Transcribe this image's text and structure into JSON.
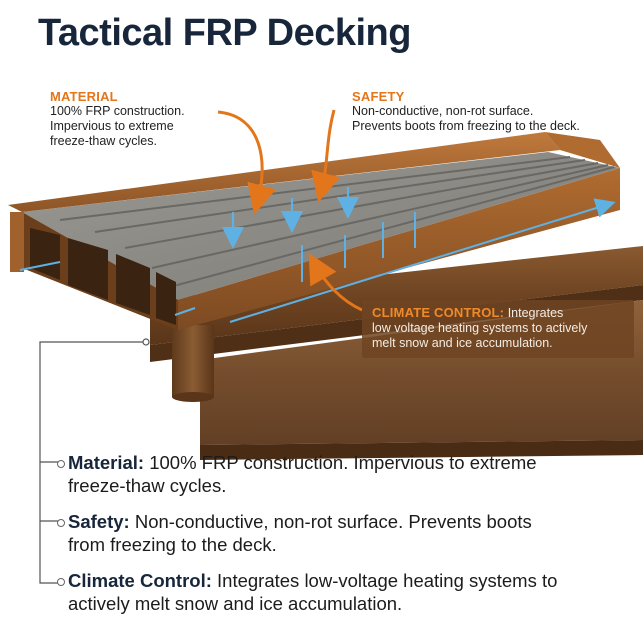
{
  "title": "Tactical FRP Decking",
  "callouts": {
    "material": {
      "heading": "MATERIAL",
      "lines": [
        "100% FRP construction.",
        "Impervious to extreme",
        "freeze-thaw cycles."
      ]
    },
    "safety": {
      "heading": "SAFETY",
      "lines": [
        "Non-conductive, non-rot surface.",
        "Prevents boots from freezing to the deck."
      ]
    },
    "climate": {
      "heading": "CLIMATE CONTROL:",
      "lines": [
        "Integrates",
        "low voltage heating systems to actively",
        "melt snow and ice accumulation."
      ]
    }
  },
  "bullets": [
    {
      "label": "Material:",
      "lines": [
        "100% FRP construction. Impervious to extreme",
        "freeze-thaw cycles."
      ]
    },
    {
      "label": "Safety:",
      "lines": [
        "Non-conductive, non-rot surface. Prevents boots",
        "from freezing to the deck."
      ]
    },
    {
      "label": "Climate Control:",
      "lines": [
        "Integrates low-voltage heating systems to",
        "actively melt snow and ice accumulation."
      ]
    }
  ],
  "colors": {
    "title": "#17263a",
    "callout_accent": "#e3761a",
    "deck_surface": "#8b8a86",
    "frp_frame": "#a4622b",
    "steel_beam": "#7a4e2a",
    "heating_lines": "#5fb0e3"
  }
}
